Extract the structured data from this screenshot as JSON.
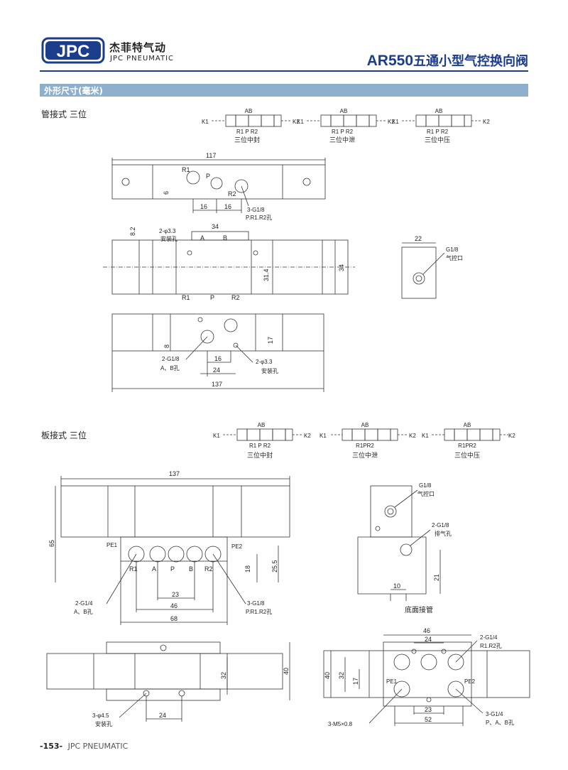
{
  "brand": {
    "logo_text": "JPC",
    "name_cn": "杰菲特气动",
    "name_en": "JPC PNEUMATIC",
    "accent_color": "#1c3d8c"
  },
  "header": {
    "model": "AR550",
    "title_cn": "五通小型气控换向阀"
  },
  "section": {
    "title": "外形尺寸(毫米)"
  },
  "pipe_type": {
    "label": "管接式 三位",
    "symbols": [
      {
        "name": "三位中封",
        "ports_top": "AB",
        "ports_bottom": "R1 P R2",
        "k1": "K1",
        "k2": "K2"
      },
      {
        "name": "三位中泄",
        "ports_top": "AB",
        "ports_bottom": "R1 P R2",
        "k1": "K1",
        "k2": "K2"
      },
      {
        "name": "三位中压",
        "ports_top": "AB",
        "ports_bottom": "R1 P R2",
        "k1": "K1",
        "k2": "K2"
      }
    ],
    "top_view": {
      "dim_117": "117",
      "r1": "R1",
      "p": "P",
      "r2": "R2",
      "dim_6": "6",
      "dim_16a": "16",
      "dim_16b": "16",
      "note_thread": "3-G1/8",
      "note_ports": "P.R1.R2孔"
    },
    "front_view": {
      "dim_8_2": "8.2",
      "dim_34": "34",
      "hole": "2-φ3.3",
      "hole_note": "安装孔",
      "a": "A",
      "b": "B",
      "dim_31_4": "31.4",
      "dim_34b": "34",
      "r1": "R1",
      "p": "P",
      "r2": "R2"
    },
    "side_view": {
      "dim_22": "22",
      "pilot": "G1/8",
      "pilot_note": "气控口"
    },
    "bottom_view": {
      "dim_8": "8",
      "dim_17": "17",
      "dim_16": "16",
      "dim_24": "24",
      "dim_137": "137",
      "thread": "2-G1/8",
      "thread_note": "A、B孔",
      "hole": "2-φ3.3",
      "hole_note": "安装孔"
    }
  },
  "plate_type": {
    "label": "板接式 三位",
    "symbols": [
      {
        "name": "三位中封",
        "ports_top": "AB",
        "ports_bottom": "R1 P R2",
        "k1": "K1",
        "k2": "K2"
      },
      {
        "name": "三位中泄",
        "ports_top": "AB",
        "ports_bottom": "R1PR2",
        "k1": "K1",
        "k2": "K2"
      },
      {
        "name": "三位中压",
        "ports_top": "AB",
        "ports_bottom": "R1PR2",
        "k1": "K1",
        "k2": "K2"
      }
    ],
    "front_view": {
      "dim_137": "137",
      "dim_65": "65",
      "pe1": "PE1",
      "pe2": "PE2",
      "r1": "R1",
      "a": "A",
      "p": "P",
      "b": "B",
      "r2": "R2",
      "dim_18": "18",
      "dim_25_5": "25.5",
      "dim_23": "23",
      "dim_46": "46",
      "dim_68": "68",
      "thread_ab": "2-G1/4",
      "thread_ab_note": "A、B孔",
      "thread_p": "3-G1/8",
      "thread_p_note": "P.R1.R2孔"
    },
    "side_view": {
      "pilot": "G1/8",
      "pilot_note": "气控口",
      "exhaust": "2-G1/8",
      "exhaust_note": "排气孔",
      "dim_21": "21",
      "dim_10": "10"
    },
    "bottom_pipe_label": "底面接管",
    "top_view": {
      "dim_32": "32",
      "dim_40": "40",
      "dim_24": "24",
      "hole": "3-φ4.5",
      "hole_note": "安装孔"
    },
    "base_view": {
      "dim_46": "46",
      "dim_24": "24",
      "thread_r": "2-G1/4",
      "thread_r_note": "R1.R2孔",
      "dim_40": "40",
      "dim_32": "32",
      "dim_17": "17",
      "pe1": "PE1",
      "pe2": "PE2",
      "dim_23": "23",
      "dim_52": "52",
      "screw": "3-M5×0.8",
      "thread_pab": "3-G1/4",
      "thread_pab_note": "P、A、B孔"
    }
  },
  "footer": {
    "page": "-153-",
    "brand": "JPC PNEUMATIC"
  }
}
